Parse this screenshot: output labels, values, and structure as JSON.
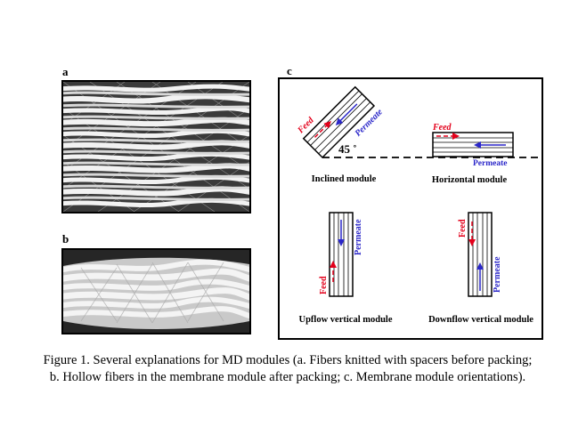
{
  "panels": {
    "a": {
      "label": "a"
    },
    "b": {
      "label": "b"
    },
    "c": {
      "label": "c",
      "angle_text": "45 ˚",
      "feed_text": "Feed",
      "permeate_text": "Permeate",
      "module_titles": {
        "inclined": "Inclined module",
        "horizontal": "Horizontal module",
        "upflow": "Upflow vertical module",
        "downflow": "Downflow vertical module"
      },
      "colors": {
        "feed": "#e3001b",
        "permeate": "#2b27c9"
      }
    }
  },
  "caption": {
    "line1": "Figure 1. Several explanations for MD modules (a. Fibers knitted with spacers before packing;",
    "line2": "b. Hollow fibers in the membrane module after packing; c. Membrane module orientations)."
  }
}
